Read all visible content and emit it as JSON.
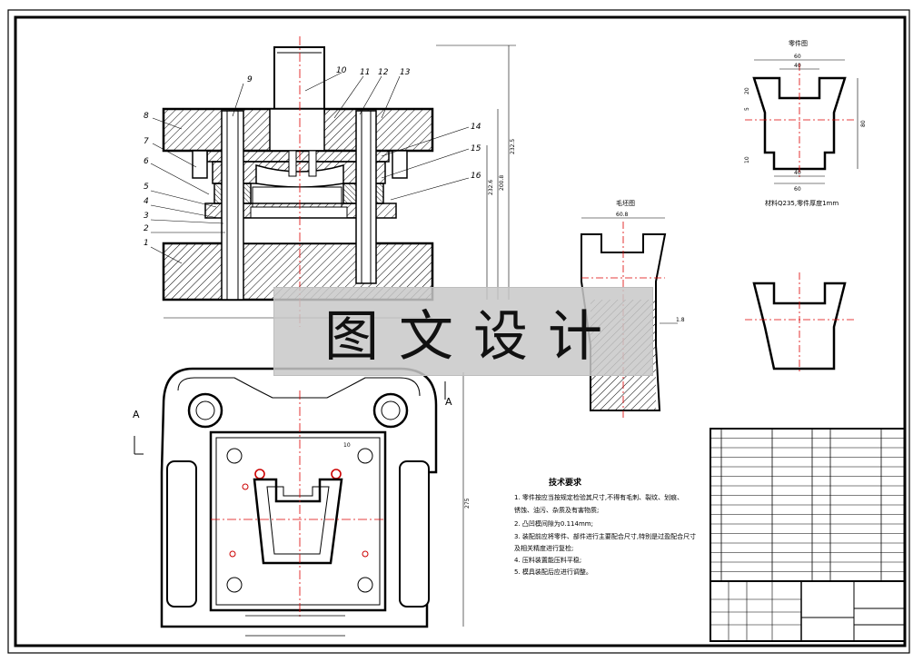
{
  "drawing": {
    "part_numbers": [
      "1",
      "2",
      "3",
      "4",
      "5",
      "6",
      "7",
      "8",
      "9",
      "10",
      "11",
      "12",
      "13",
      "14",
      "15",
      "16"
    ],
    "section_label": "A",
    "blank_view_title": "毛坯图",
    "part_view_title": "零件图",
    "material_note": "材料Q235,零件厚度1mm",
    "dimensions": {
      "part_top_width": "60",
      "part_inner_width": "40",
      "part_height": "80",
      "part_left_20": "20",
      "part_left_5": "5",
      "part_left_10": "10",
      "part_bottom_inner": "40",
      "part_bottom_width": "60",
      "blank_top": "60.8",
      "blank_r": "1.8",
      "front_h1": "232.5",
      "front_h2": "200.8",
      "front_h3": "232.6",
      "plan_h": "275",
      "plan_num": "10"
    },
    "tech_requirements": {
      "title": "技术要求",
      "items": [
        "1. 零件按应当按规定检验其尺寸,不得有毛刺、裂纹、划痕、",
        "   锈蚀、油污、杂质及有害物质;",
        "2. 凸凹模间隙为0.114mm;",
        "3. 装配前应将零件、部件进行主要配合尺寸,特别是过盈配合尺寸",
        "   及相关精度进行复检;",
        "4. 压料装置能压料平稳;",
        "5. 模具装配后应进行调整。"
      ]
    },
    "watermark": "图文设计"
  }
}
